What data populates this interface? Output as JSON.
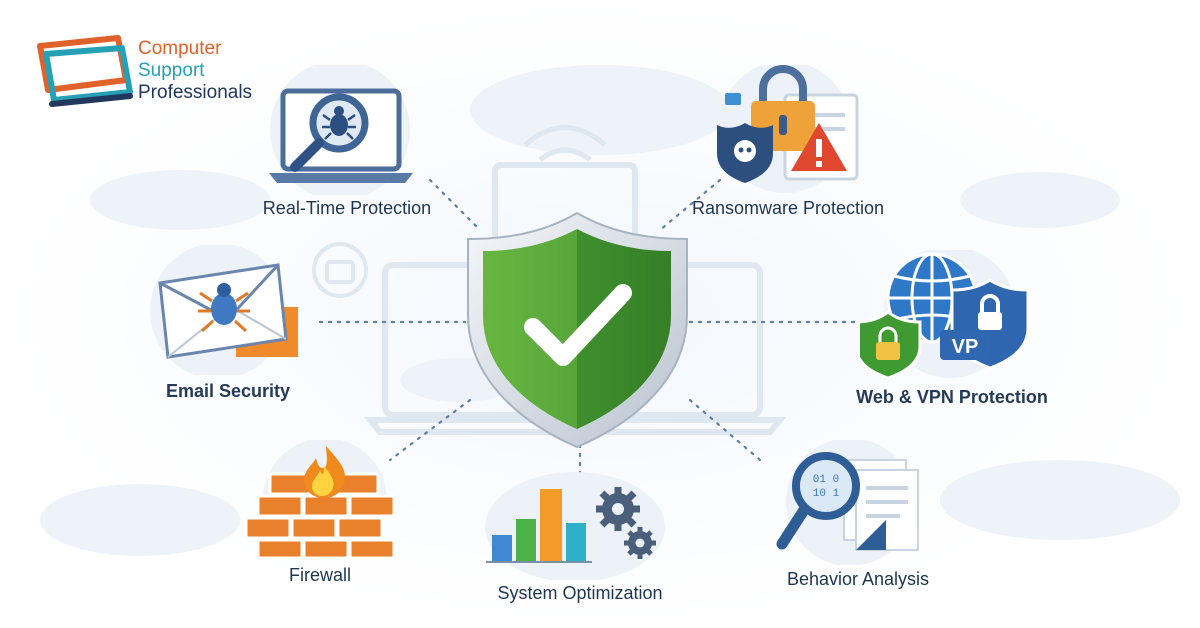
{
  "brand": {
    "line1": "Computer",
    "line2": "Support",
    "line3": "Professionals",
    "colors": {
      "orange": "#e0622a",
      "teal": "#25a0b5",
      "navy": "#22375d"
    }
  },
  "center": {
    "icon": "shield-check-icon",
    "color": "#4a9a2e"
  },
  "features": {
    "realtime": "Real-Time Protection",
    "ransomware": "Ransomware Protection",
    "email": "Email Security",
    "webvpn": "Web & VPN Protection",
    "firewall": "Firewall",
    "optimization": "System Optimization",
    "behavior": "Behavior Analysis",
    "vpn_badge": "VP"
  }
}
